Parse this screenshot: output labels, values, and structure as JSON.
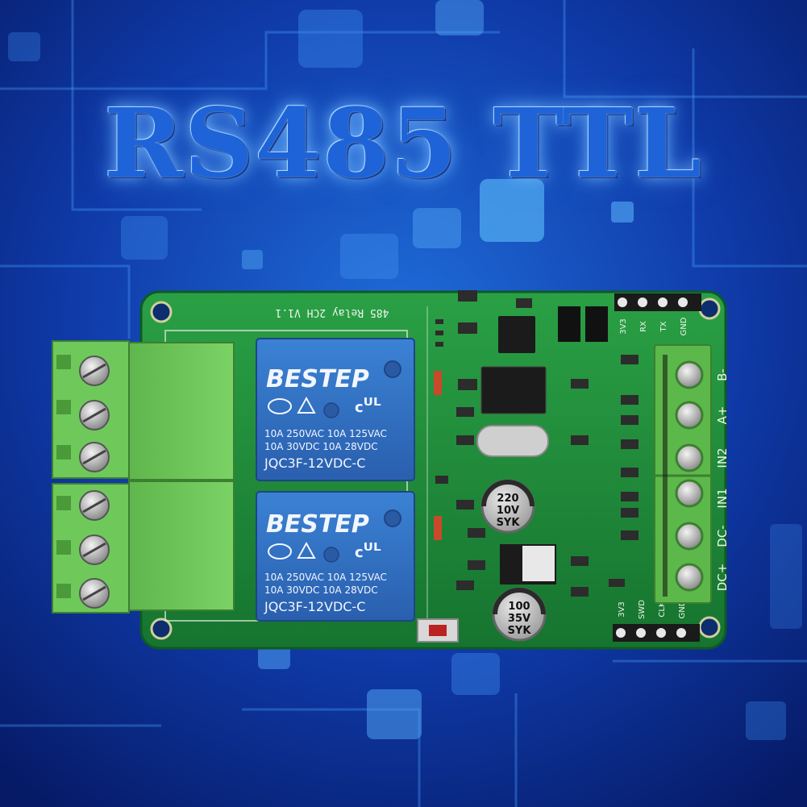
{
  "title": "RS485 TTL",
  "board": {
    "silkscreen_title": "485 Relay 2CH V1.1",
    "top_header_pins": [
      "3V3",
      "RX",
      "TX",
      "GND"
    ],
    "bottom_header_pins": [
      "3V3",
      "SWD",
      "CLK",
      "GND"
    ],
    "right_terminal_labels": [
      "B-",
      "A+",
      "IN2",
      "IN1",
      "DC-",
      "DC+"
    ]
  },
  "relays": [
    {
      "brand": "BESTEP",
      "rating_line1": "10A 250VAC  10A 125VAC",
      "rating_line2": "10A  30VDC  10A  28VDC",
      "model": "JQC3F-12VDC-C"
    },
    {
      "brand": "BESTEP",
      "rating_line1": "10A 250VAC  10A 125VAC",
      "rating_line2": "10A  30VDC  10A  28VDC",
      "model": "JQC3F-12VDC-C"
    }
  ],
  "capacitors": [
    {
      "line1": "220",
      "line2": "10V",
      "line3": "SYK"
    },
    {
      "line1": "100",
      "line2": "35V",
      "line3": "SYK"
    }
  ],
  "colors": {
    "background": "#0a2a8a",
    "pcb": "#1d8a3a",
    "terminal": "#6cc45a",
    "relay": "#2f6fbf"
  }
}
